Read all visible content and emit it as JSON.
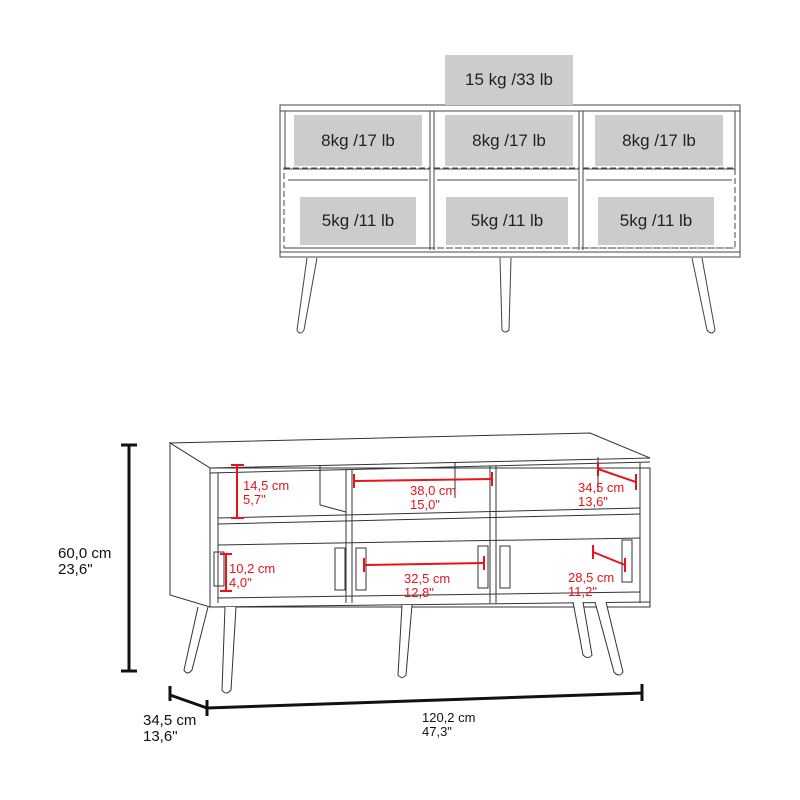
{
  "load_view": {
    "top_load": "15 kg /33 lb",
    "shelf_loads": [
      "8kg /17 lb",
      "8kg /17 lb",
      "8kg /17 lb"
    ],
    "drawer_loads": [
      "5kg /11 lb",
      "5kg /11 lb",
      "5kg /11 lb"
    ]
  },
  "dimension_view": {
    "height": {
      "cm": "60,0 cm",
      "in": "23,6\""
    },
    "depth": {
      "cm": "34,5 cm",
      "in": "13,6\""
    },
    "width": {
      "cm": "120,2 cm",
      "in": "47,3\""
    },
    "upper_compartments": [
      {
        "cm": "14,5 cm",
        "in": "5,7\""
      },
      {
        "cm": "38,0 cm",
        "in": "15,0\""
      },
      {
        "cm": "34,5 cm",
        "in": "13,6\""
      }
    ],
    "lower_compartments": [
      {
        "cm": "10,2 cm",
        "in": "4,0\""
      },
      {
        "cm": "32,5 cm",
        "in": "12,8\""
      },
      {
        "cm": "28,5 cm",
        "in": "11,2\""
      }
    ]
  },
  "colors": {
    "line": "#333333",
    "dimension_red": "#e8141b",
    "load_box": "#cccccc"
  }
}
